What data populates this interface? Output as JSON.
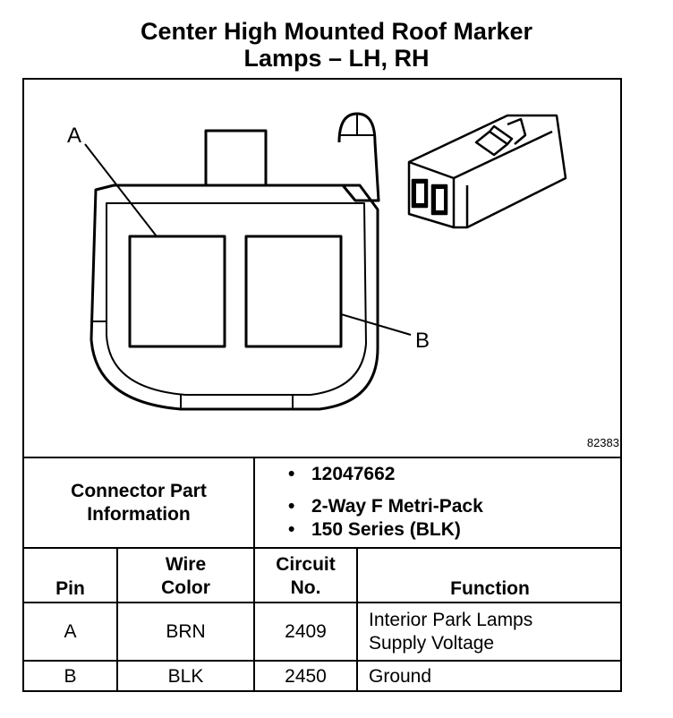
{
  "title": {
    "line1": "Center High Mounted Roof Marker",
    "line2": "Lamps – LH, RH"
  },
  "diagram": {
    "label_a": "A",
    "label_b": "B",
    "figure_number": "82383"
  },
  "connector_info": {
    "label_line1": "Connector Part",
    "label_line2": "Information",
    "part_number": "12047662",
    "description_line1": "2-Way F Metri-Pack",
    "description_line2": "150 Series (BLK)"
  },
  "table": {
    "headers": {
      "pin": "Pin",
      "wire_color_line1": "Wire",
      "wire_color_line2": "Color",
      "circuit_line1": "Circuit",
      "circuit_line2": "No.",
      "function": "Function"
    },
    "rows": [
      {
        "pin": "A",
        "wire_color": "BRN",
        "circuit": "2409",
        "function_line1": "Interior Park Lamps",
        "function_line2": "Supply Voltage"
      },
      {
        "pin": "B",
        "wire_color": "BLK",
        "circuit": "2450",
        "function_line1": "Ground",
        "function_line2": ""
      }
    ]
  }
}
